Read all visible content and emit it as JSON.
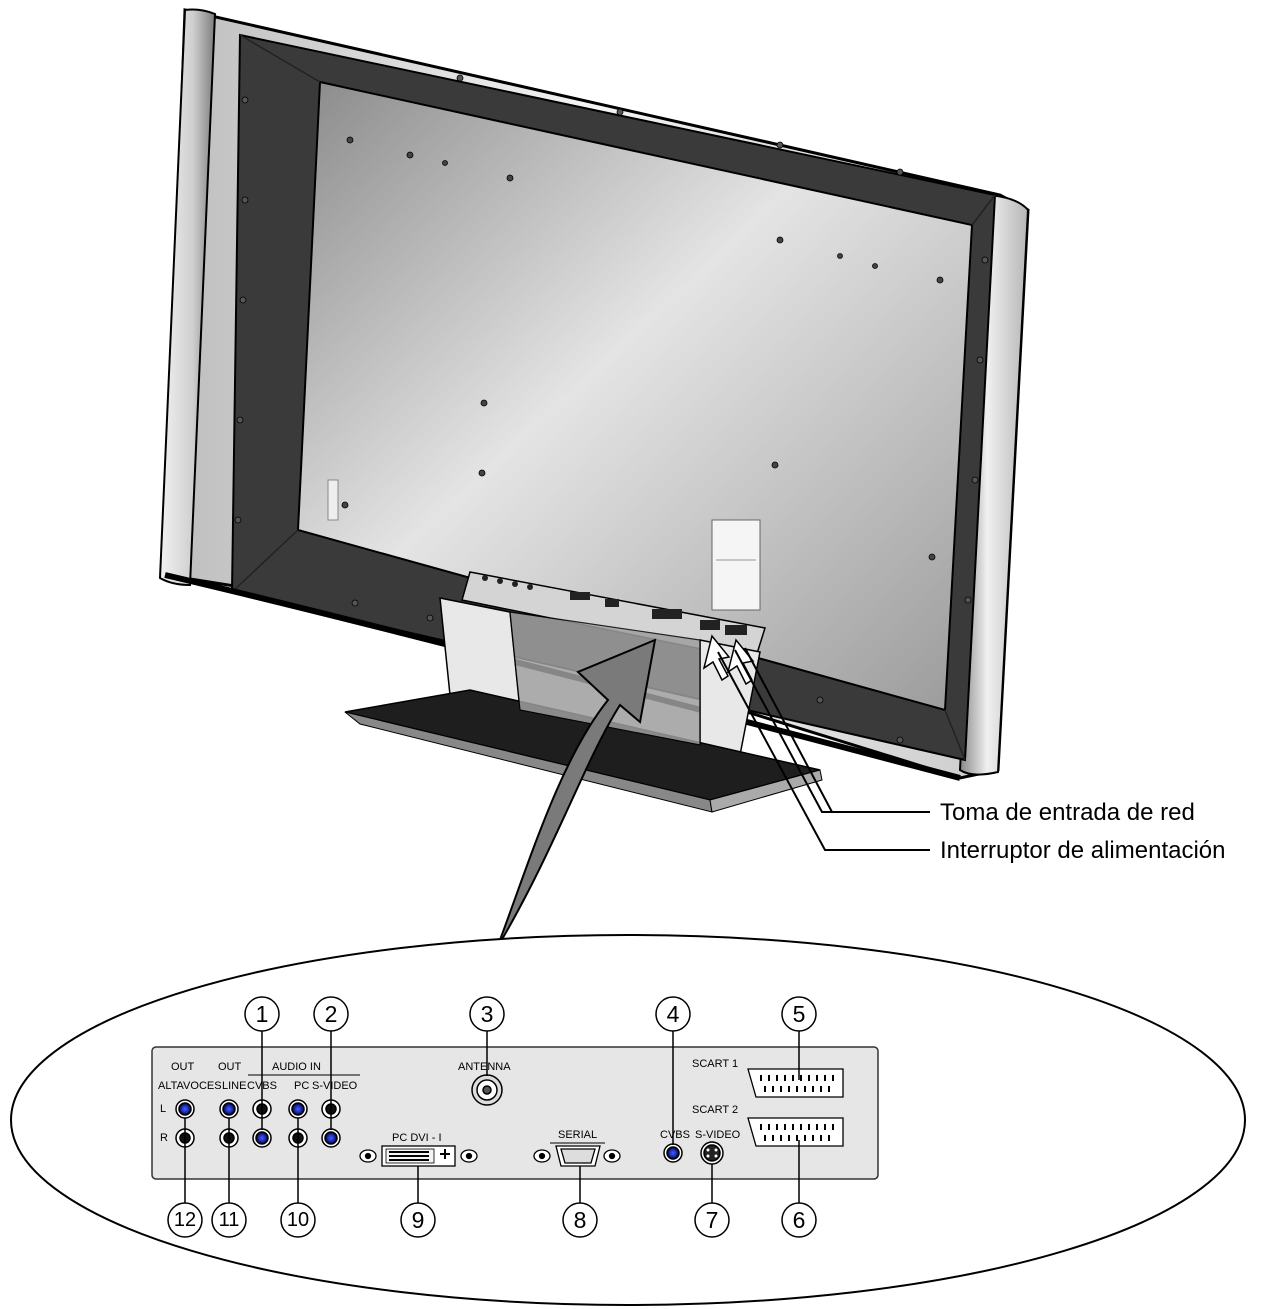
{
  "callouts": {
    "mains_socket": "Toma de entrada de red",
    "power_switch": "Interruptor de alimentación"
  },
  "panel_labels": {
    "out_speakers": "OUT",
    "out_line": "OUT",
    "audio_in": "AUDIO IN",
    "altavoces": "ALTAVOCES",
    "line": "LINE",
    "cvbs_left": "CVBS",
    "pc_audio": "PC",
    "svideo_audio": "S-VIDEO",
    "left": "L",
    "right": "R",
    "antenna": "ANTENNA",
    "pc_dvi": "PC DVI - I",
    "serial": "SERIAL",
    "cvbs_right": "CVBS",
    "svideo_right": "S-VIDEO",
    "scart1": "SCART 1",
    "scart2": "SCART 2"
  },
  "numbers": [
    "1",
    "2",
    "3",
    "4",
    "5",
    "6",
    "7",
    "8",
    "9",
    "10",
    "11",
    "12"
  ]
}
